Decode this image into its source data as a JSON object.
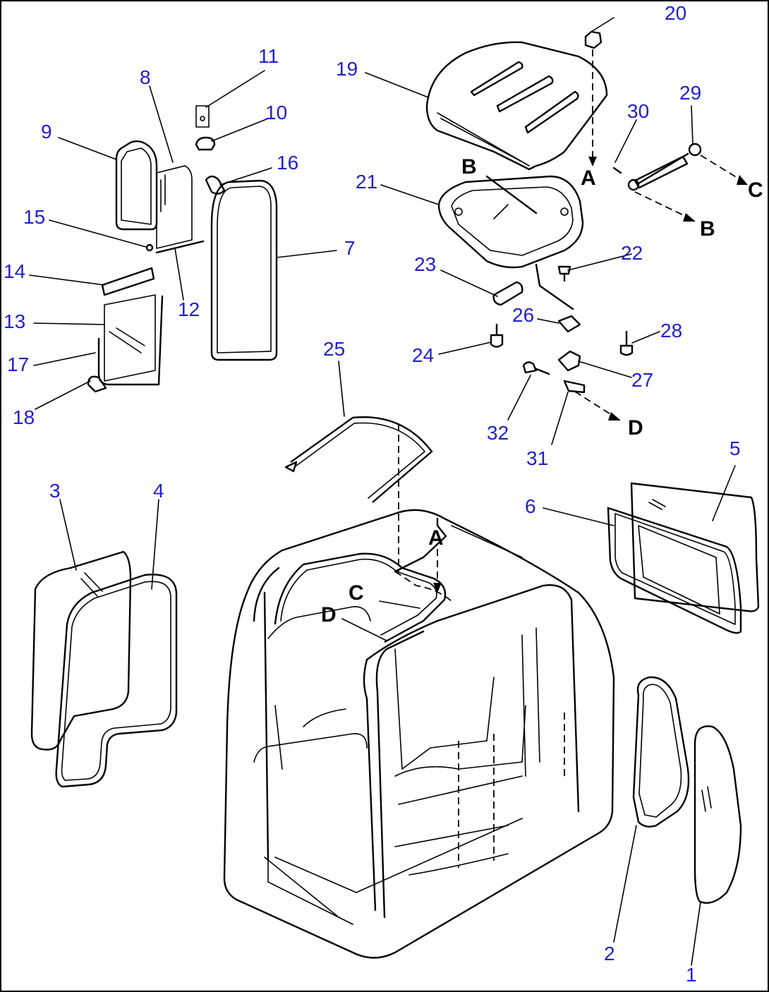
{
  "part_numbers": [
    "1",
    "2",
    "3",
    "4",
    "5",
    "6",
    "7",
    "8",
    "9",
    "10",
    "11",
    "12",
    "13",
    "14",
    "15",
    "16",
    "17",
    "18",
    "19",
    "20",
    "21",
    "22",
    "23",
    "24",
    "25",
    "26",
    "27",
    "28",
    "29",
    "30",
    "31",
    "32"
  ],
  "reference_letters": {
    "top_a": "A",
    "top_b": "B",
    "top_b_arrow": "B",
    "top_c_arrow": "C",
    "top_d_arrow": "D",
    "cab_a": "A",
    "cab_c": "C",
    "cab_d": "D"
  },
  "colors": {
    "part_number": "#1f1fd0",
    "line": "#000000",
    "background": "#ffffff"
  }
}
